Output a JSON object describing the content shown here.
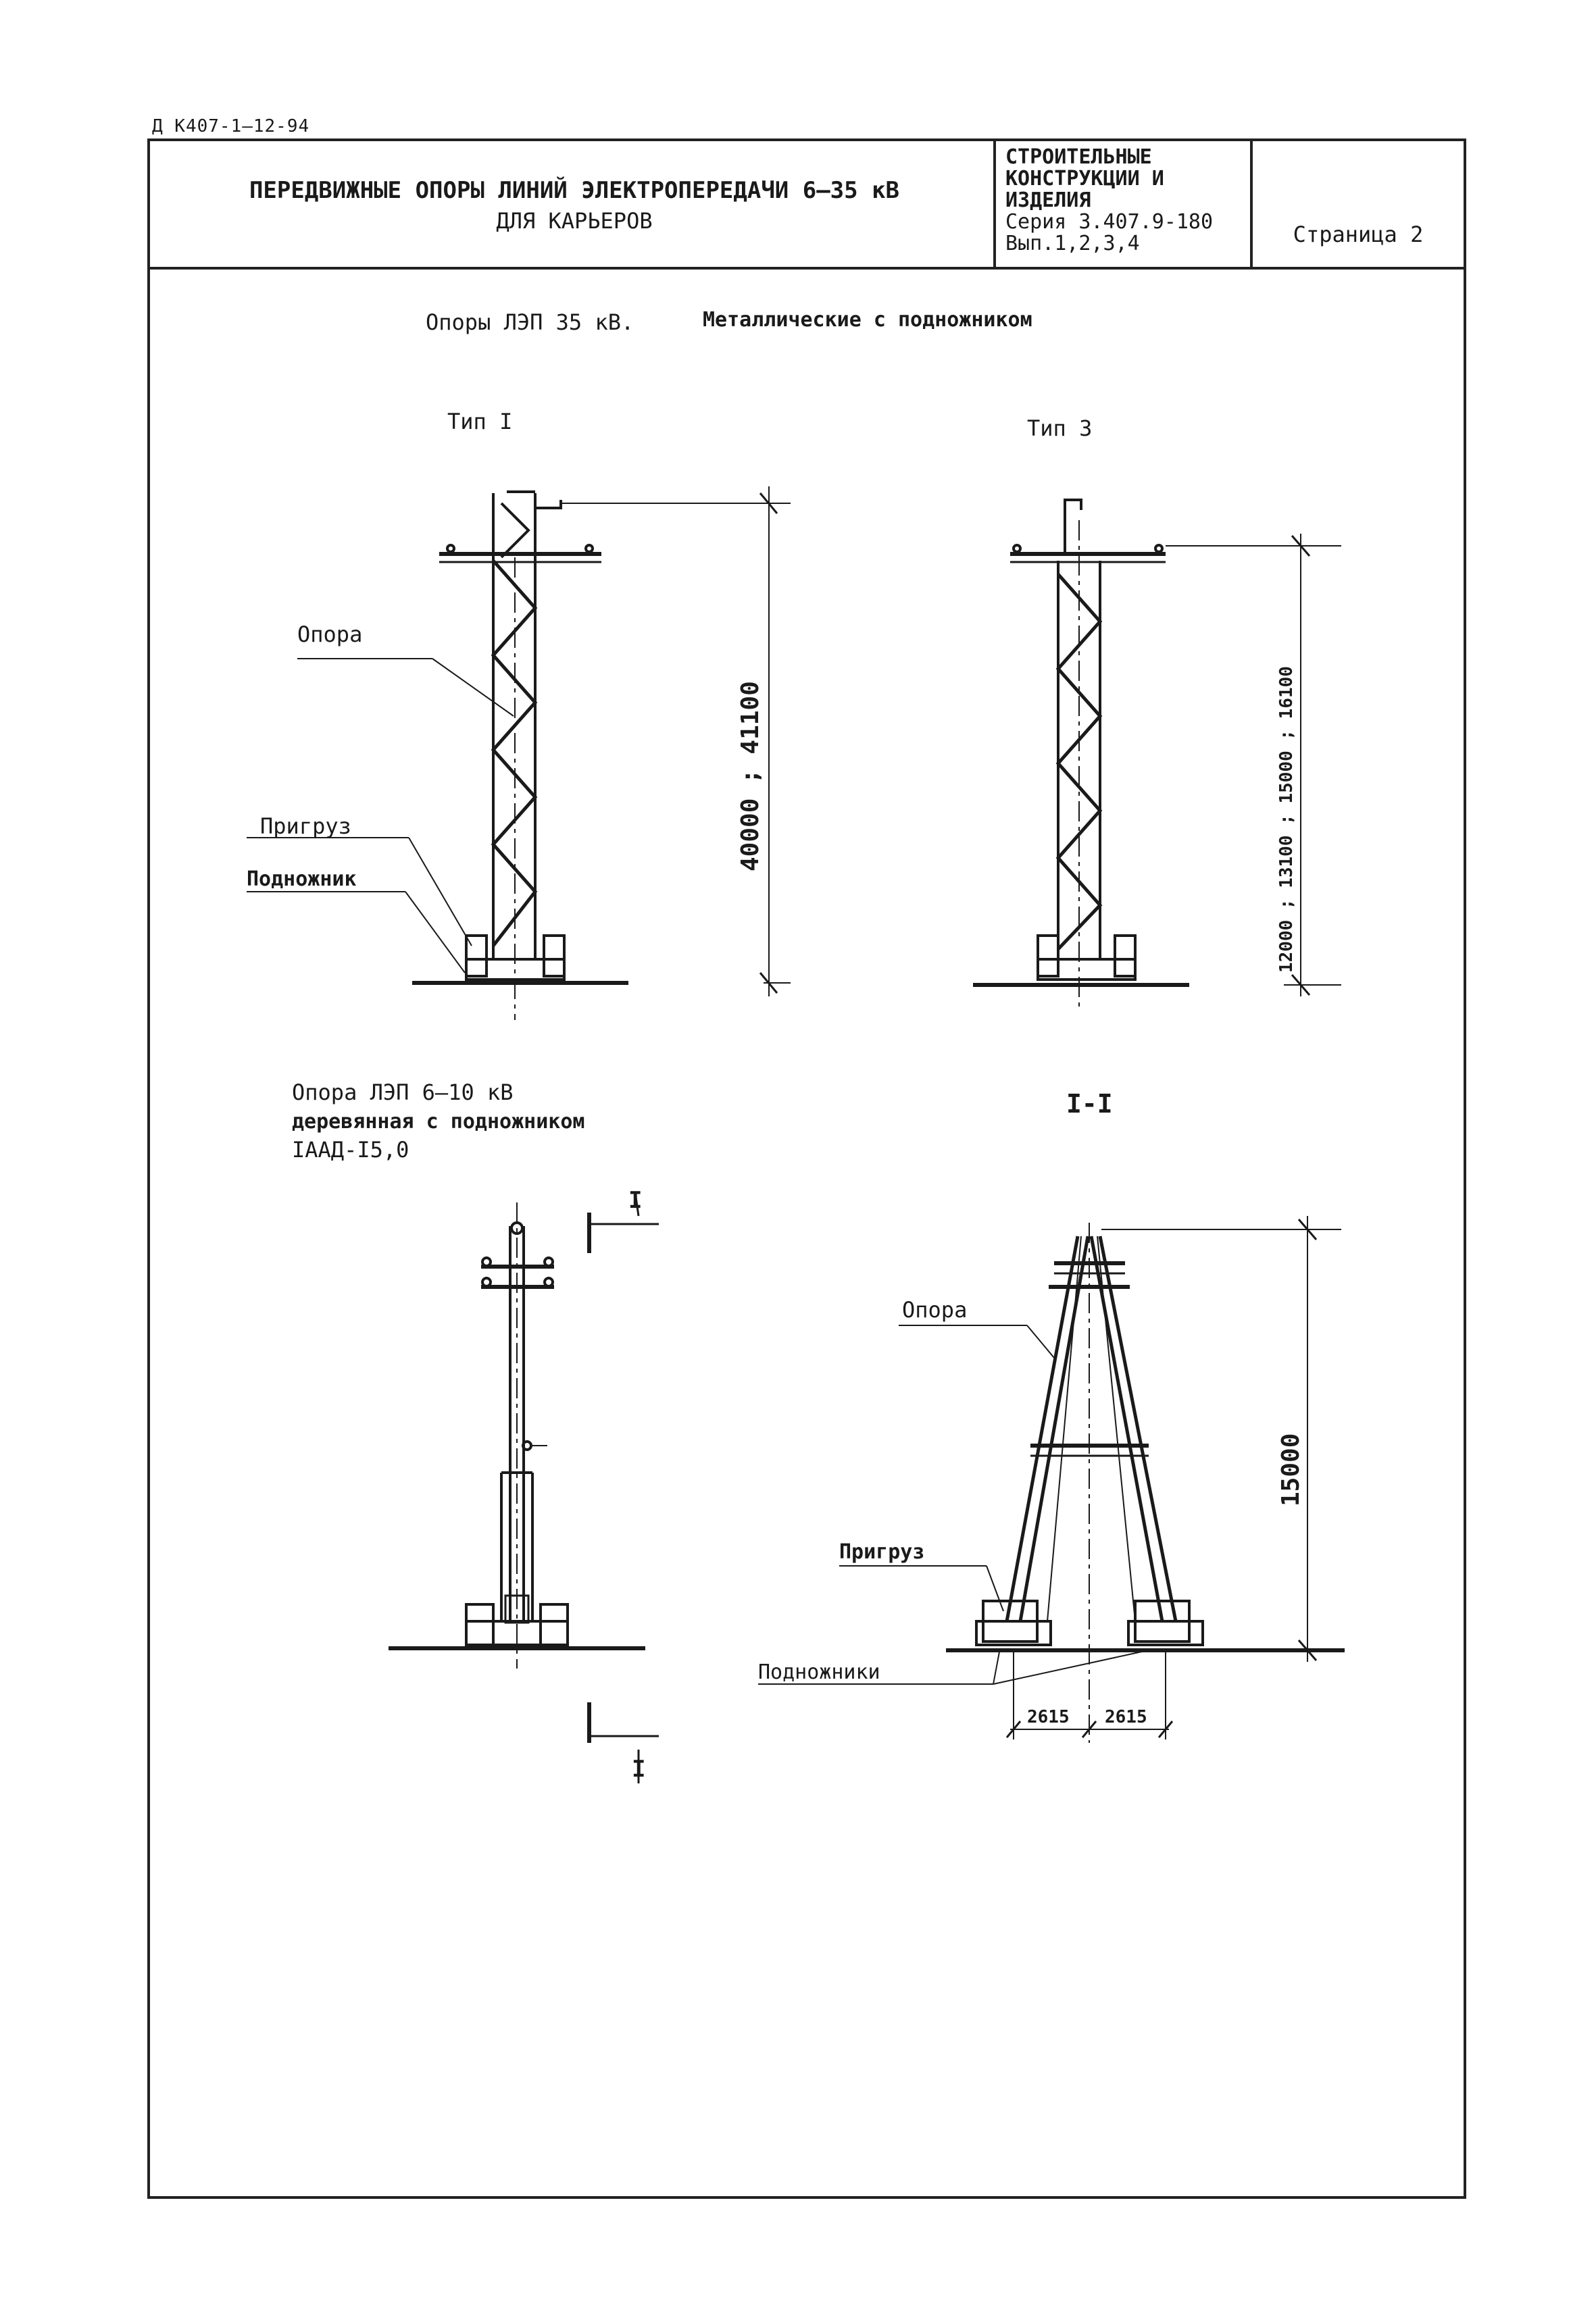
{
  "header": {
    "doc_code": "Д К407-1—12-94",
    "title_line1": "ПЕРЕДВИЖНЫЕ ОПОРЫ ЛИНИЙ ЭЛЕКТРОПЕРЕДАЧИ 6–35 кВ",
    "title_line2": "ДЛЯ КАРЬЕРОВ",
    "stamp_line1": "СТРОИТЕЛЬНЫЕ",
    "stamp_line2": "КОНСТРУКЦИИ И",
    "stamp_line3": "ИЗДЕЛИЯ",
    "stamp_line4": "Серия 3.407.9-180",
    "stamp_line5": "Вып.1,2,3,4",
    "page": "Страница 2"
  },
  "sections": {
    "top_caption_part1": "Опоры ЛЭП 35 кВ.",
    "top_caption_part2": "Металлические с подножником",
    "type1": "Тип I",
    "type3": "Тип 3",
    "wood_caption_line1": "Опора ЛЭП 6–10 кВ",
    "wood_caption_line2": "деревянная с подножником",
    "wood_caption_line3": "IAAД-I5,0",
    "section_I": "I-I"
  },
  "labels": {
    "opora": "Опора",
    "prigruz": "Пригруз",
    "podnozhnik": "Подножник",
    "opora2": "Опора",
    "prigruz2": "Пригруз",
    "podnozhniki": "Подножники"
  },
  "dimensions": {
    "type1_height": "40000 ; 41100",
    "type3_height": "12000 ; 13100 ; 15000 ; 16100",
    "section_height": "15000",
    "base_left": "2615",
    "base_right": "2615",
    "cut_mark_top": "I",
    "cut_mark_bottom": "I"
  }
}
